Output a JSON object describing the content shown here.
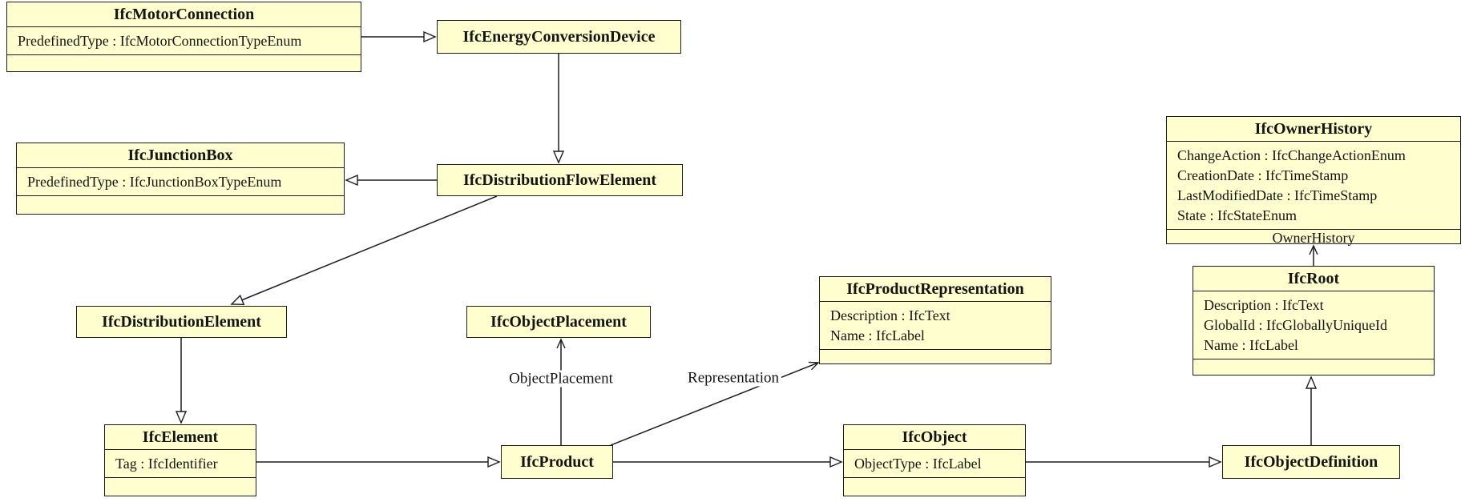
{
  "diagram": {
    "kind": "UML class diagram",
    "background": "#ffffff",
    "node_fill": "#fefece",
    "node_border": "#1c1c1c"
  },
  "classes": {
    "motor_connection": {
      "title": "IfcMotorConnection",
      "attributes": [
        "PredefinedType : IfcMotorConnectionTypeEnum"
      ]
    },
    "energy_conversion_device": {
      "title": "IfcEnergyConversionDevice"
    },
    "junction_box": {
      "title": "IfcJunctionBox",
      "attributes": [
        "PredefinedType : IfcJunctionBoxTypeEnum"
      ]
    },
    "distribution_flow_element": {
      "title": "IfcDistributionFlowElement"
    },
    "owner_history": {
      "title": "IfcOwnerHistory",
      "attributes": [
        "ChangeAction : IfcChangeActionEnum",
        "CreationDate : IfcTimeStamp",
        "LastModifiedDate : IfcTimeStamp",
        "State : IfcStateEnum"
      ],
      "footer": "OwnerHistory"
    },
    "distribution_element": {
      "title": "IfcDistributionElement"
    },
    "object_placement": {
      "title": "IfcObjectPlacement"
    },
    "product_representation": {
      "title": "IfcProductRepresentation",
      "attributes": [
        "Description : IfcText",
        "Name : IfcLabel"
      ]
    },
    "root": {
      "title": "IfcRoot",
      "attributes": [
        "Description : IfcText",
        "GlobalId : IfcGloballyUniqueId",
        "Name : IfcLabel"
      ]
    },
    "element": {
      "title": "IfcElement",
      "attributes": [
        "Tag : IfcIdentifier"
      ]
    },
    "product": {
      "title": "IfcProduct"
    },
    "object": {
      "title": "IfcObject",
      "attributes": [
        "ObjectType : IfcLabel"
      ]
    },
    "object_definition": {
      "title": "IfcObjectDefinition"
    }
  },
  "edge_labels": {
    "object_placement": "ObjectPlacement",
    "representation": "Representation"
  }
}
